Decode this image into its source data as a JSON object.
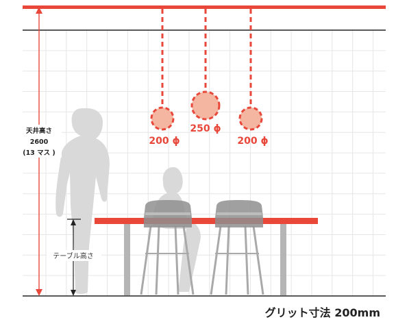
{
  "colors": {
    "accent_red": "#e8473a",
    "pendant_fill": "#f4b6a0",
    "grid": "#e6e6e6",
    "silhouette": "#d9d9d9",
    "chair": "#a9a9a9",
    "line": "#222222"
  },
  "ceiling_label": {
    "line1": "天井高さ",
    "line2": "2600",
    "line3": "(13 マス )"
  },
  "table_height_label": "テーブル高さ",
  "pendants": [
    {
      "label": "200 ϕ"
    },
    {
      "label": "250 ϕ"
    },
    {
      "label": "200 ϕ"
    }
  ],
  "caption": "グリット寸法 200mm",
  "icons": [
    "standing-person-silhouette",
    "seated-person-silhouette",
    "chair",
    "pendant-lamp"
  ]
}
